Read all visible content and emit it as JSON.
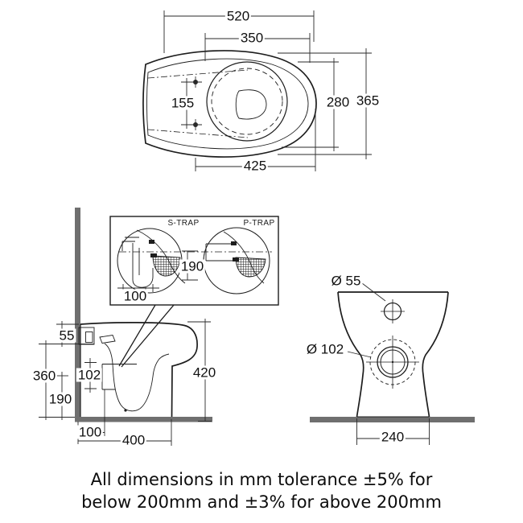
{
  "document": {
    "type": "toilet-technical-drawing",
    "views": [
      "plan-view",
      "trap-detail-inset",
      "side-view",
      "front-view"
    ]
  },
  "colors": {
    "line": "#1d1d1d",
    "dimension_line": "#2a2a2a",
    "wall_floor_gray": "#6f6f6f",
    "background": "#ffffff"
  },
  "labels": {
    "plan_520": "520",
    "plan_350": "350",
    "plan_155": "155",
    "plan_280": "280",
    "plan_365": "365",
    "plan_425": "425",
    "trap_s": "S-TRAP",
    "trap_p": "P-TRAP",
    "trap_190": "190",
    "trap_100": "100",
    "side_55": "55",
    "side_360": "360",
    "side_190": "190",
    "side_102": "102",
    "side_420": "420",
    "side_100": "100",
    "side_400": "400",
    "front_dia55": "Ø 55",
    "front_dia102": "Ø 102",
    "front_240": "240"
  },
  "footer": {
    "line1": "All dimensions in mm tolerance ±5% for",
    "line2": "below 200mm and ±3% for above 200mm"
  }
}
